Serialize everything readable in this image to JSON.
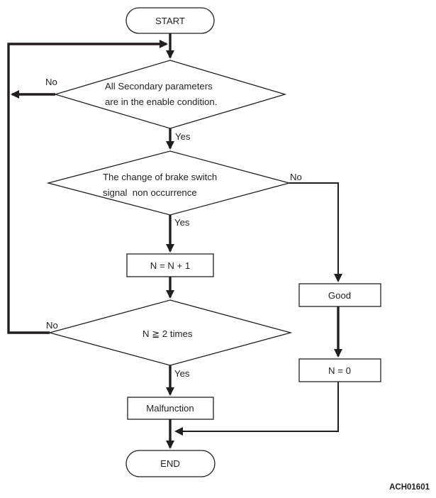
{
  "diagram": {
    "code": "ACH01601",
    "colors": {
      "line": "#231f20",
      "background": "#ffffff"
    },
    "nodes": {
      "start": {
        "type": "terminator",
        "label": "START"
      },
      "check_parameters": {
        "type": "decision",
        "lines": [
          "All Secondary parameters",
          "are in the enable condition."
        ]
      },
      "check_brake_switch": {
        "type": "decision",
        "lines": [
          "The change of brake switch",
          "signal  non occurrence"
        ]
      },
      "increment_counter": {
        "type": "process",
        "label": "N = N + 1"
      },
      "check_count": {
        "type": "decision",
        "label": "N ≧ 2 times"
      },
      "malfunction": {
        "type": "process",
        "label": "Malfunction"
      },
      "good": {
        "type": "process",
        "label": "Good"
      },
      "reset_counter": {
        "type": "process",
        "label": "N = 0"
      },
      "end": {
        "type": "terminator",
        "label": "END"
      }
    },
    "edge_labels": {
      "parameters_no": "No",
      "parameters_yes": "Yes",
      "brake_switch_no": "No",
      "brake_switch_yes": "Yes",
      "count_no": "No",
      "count_yes": "Yes"
    }
  }
}
